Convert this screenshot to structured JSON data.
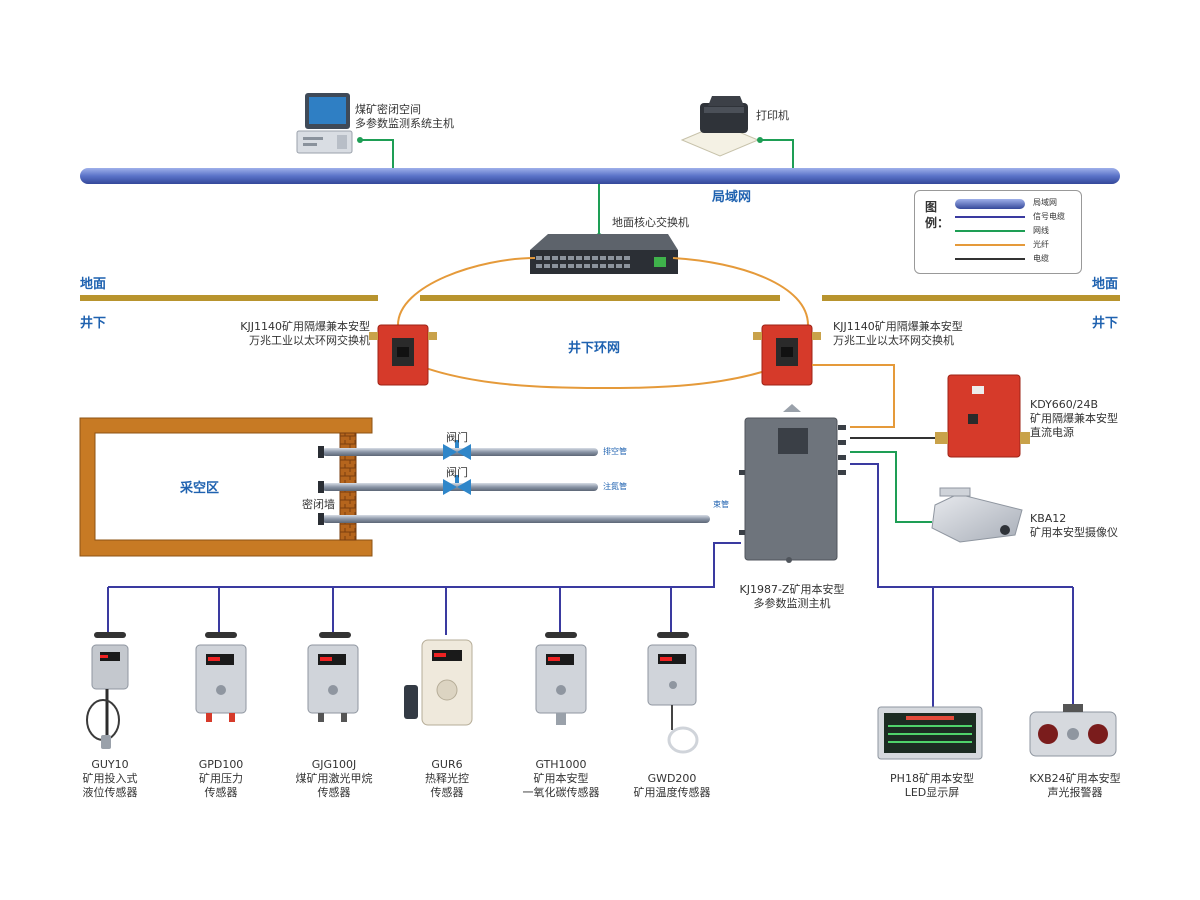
{
  "network": {
    "lan_label": "局域网",
    "ring_label": "井下环网",
    "surface_left": "地面",
    "surface_right": "地面",
    "underground_left": "井下",
    "underground_right": "井下"
  },
  "legend": {
    "title": "图例：",
    "items": [
      {
        "label": "局域网",
        "color": "#5a73c8"
      },
      {
        "label": "信号电缆",
        "color": "#3a3aa0"
      },
      {
        "label": "网线",
        "color": "#1e9e55"
      },
      {
        "label": "光纤",
        "color": "#e59a3a"
      },
      {
        "label": "电缆",
        "color": "#333333"
      }
    ]
  },
  "devices": {
    "host_pc": {
      "line1": "煤矿密闭空间",
      "line2": "多参数监测系统主机",
      "icon": "computer-icon"
    },
    "printer": {
      "label": "打印机",
      "icon": "printer-icon"
    },
    "core_switch": {
      "label": "地面核心交换机",
      "icon": "network-switch-icon"
    },
    "switch_left": {
      "line1": "KJJ1140矿用隔爆兼本安型",
      "line2": "万兆工业以太环网交换机"
    },
    "switch_right": {
      "line1": "KJJ1140矿用隔爆兼本安型",
      "line2": "万兆工业以太环网交换机"
    },
    "power": {
      "line1": "KDY660/24B",
      "line2": "矿用隔爆兼本安型",
      "line3": "直流电源"
    },
    "camera": {
      "line1": "KBA12",
      "line2": "矿用本安型摄像仪"
    },
    "main_unit": {
      "line1": "KJ1987-Z矿用本安型",
      "line2": "多参数监测主机"
    },
    "led": {
      "line1": "PH18矿用本安型",
      "line2": "LED显示屏"
    },
    "alarm": {
      "line1": "KXB24矿用本安型",
      "line2": "声光报警器"
    }
  },
  "goaf": {
    "area_label": "采空区",
    "wall_label": "密闭墙",
    "valve1": "阀门",
    "valve2": "阀门",
    "pipe1": "排空管",
    "pipe2": "注氮管",
    "pipe3": "束管"
  },
  "sensors": [
    {
      "line1": "GUY10",
      "line2": "矿用投入式",
      "line3": "液位传感器"
    },
    {
      "line1": "GPD100",
      "line2": "矿用压力",
      "line3": "传感器"
    },
    {
      "line1": "GJG100J",
      "line2": "煤矿用激光甲烷",
      "line3": "传感器"
    },
    {
      "line1": "GUR6",
      "line2": "热释光控",
      "line3": "传感器"
    },
    {
      "line1": "GTH1000",
      "line2": "矿用本安型",
      "line3": "一氧化碳传感器"
    },
    {
      "line1": "GWD200",
      "line2": "矿用温度传感器",
      "line3": ""
    }
  ],
  "colors": {
    "lan": "#5a73c8",
    "fiber": "#e59a3a",
    "ethernet": "#1e9e55",
    "signal": "#3a3aa0",
    "power_cable": "#333333",
    "ground": "#b8942e",
    "goaf_frame": "#c77a24",
    "explosion_proof_red": "#d63a2a"
  }
}
